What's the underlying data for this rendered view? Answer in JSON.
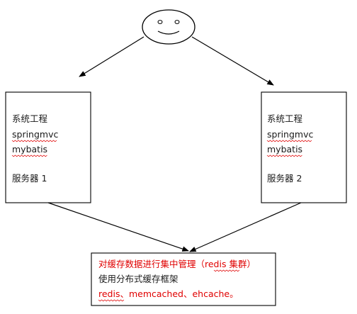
{
  "server_left": {
    "line1": "系统工程",
    "line2": "springmvc",
    "line3": "mybatis",
    "line4": "服务器 1"
  },
  "server_right": {
    "line1": "系统工程",
    "line2": "springmvc",
    "line3": "mybatis",
    "line4": "服务器 2"
  },
  "cache_box": {
    "line1": "对缓存数据进行集中管理（redis 集群）",
    "line2": "使用分布式缓存框架",
    "line3": "redis、memcached、ehcache。"
  },
  "colors": {
    "stroke": "#000000",
    "text": "#1a1a1a",
    "highlight": "#e00000",
    "spellcheck": "#e00000"
  }
}
